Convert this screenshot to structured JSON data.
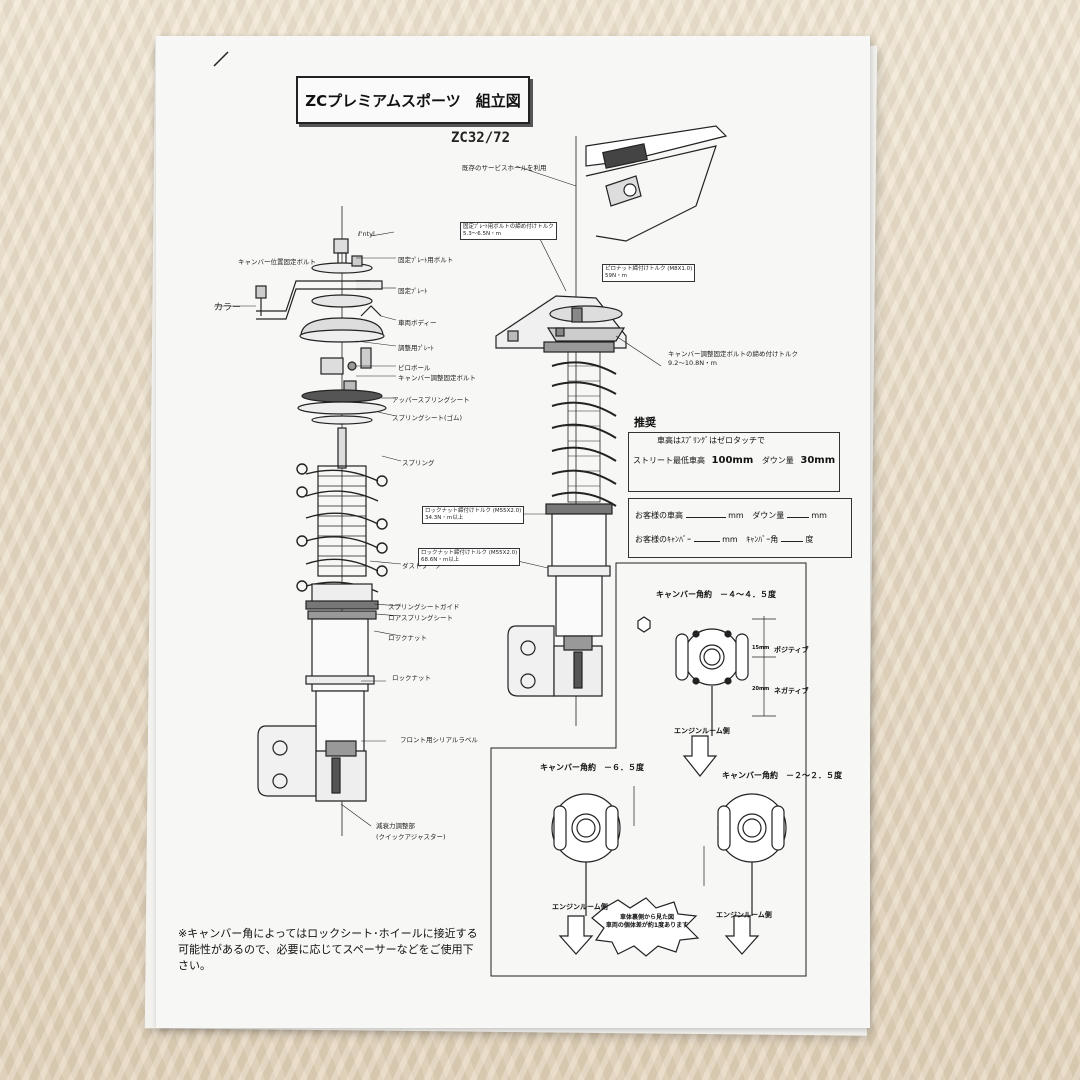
{
  "title": "ZCプレミアムスポーツ　組立図",
  "model": "ZC32/72",
  "left_labels": {
    "collar": "カラー",
    "camber_bolt": "キャンバー位置固定ボルト",
    "t": "ℓ'ntyl",
    "fix_plate_bolt": "固定ﾌﾟﾚｰﾄ用ボルト",
    "fix_plate": "固定ﾌﾟﾚｰﾄ",
    "body": "車両ボディー",
    "adjuster_plate": "調整用ﾌﾟﾚｰﾄ",
    "pillow": "ピロボール",
    "camber_adjust_bolt": "キャンバー調整固定ボルト",
    "upper_spring_seat": "アッパースプリングシート",
    "spring_seat_rubber": "スプリングシート(ゴム)",
    "spring": "スプリング",
    "dust_boot": "ダストブーツ",
    "spring_seat_guide": "スプリングシートガイド",
    "lower_spring_seat": "ロアスプリングシート",
    "lock_nut_1": "ロックナット",
    "lock_nut_2": "ロックナット",
    "serial_label": "フロント用シリアルラベル",
    "damping_adjuster": "減衰力調整部",
    "quick_adjuster": "(クイックアジャスター)"
  },
  "right_labels": {
    "service_hole": "既存のサービスホールを利用",
    "fix_plate_torque": "固定ﾌﾟﾚｰﾄ用ボルトの締め付けトルク",
    "fix_plate_torque_val": "5.3～6.5N・m",
    "pillow_torque": "ピロナット締付けトルク (M8X1.0)",
    "pillow_torque_val": "59N・m",
    "camber_torque": "キャンバー調整固定ボルトの締め付けトルク",
    "camber_torque_val": "9.2～10.8N・m",
    "lock_torque_1": "ロックナット締付けトルク (M55X2.0)",
    "lock_torque_1_val": "34.3N・m以上",
    "lock_torque_2": "ロックナット締付けトルク (M55X2.0)",
    "lock_torque_2_val": "68.6N・m以上"
  },
  "recommend": {
    "heading": "推奨",
    "line1": "車高はｽﾌﾟﾘﾝｸﾞはゼロタッチで",
    "street_min": "ストリート最低車高",
    "street_val": "100mm",
    "down_label": "ダウン量",
    "down_val": "30mm",
    "cust_height": "お客様の車高",
    "cust_down": "ダウン量",
    "cust_camber": "お客様のｷｬﾝﾊﾞｰ",
    "mm": "mm",
    "camber_angle": "ｷｬﾝﾊﾞｰ角",
    "degree": "度"
  },
  "camber_diagrams": {
    "top_title": "キャンバー角約　－４～４．５度",
    "positive": "ポジティブ",
    "negative": "ネガティブ",
    "dim_15": "15mm",
    "dim_20": "20mm",
    "engine_room_1": "エンジンルーム側",
    "left_title": "キャンバー角約　－６．５度",
    "right_title": "キャンバー角約　－２～２．５度",
    "engine_room_2": "エンジンルーム側",
    "engine_room_3": "エンジンルーム側",
    "callout": "車体裏側から見た図\n車両の個体差が約1度あります"
  },
  "note": "※キャンバー角によってはロックシート･ホイールに接近する可能性があるので、必要に応じてスペーサーなどをご使用下さい。",
  "colors": {
    "paper": "#f7f7f5",
    "ink": "#222222",
    "table": "#e9dcc6"
  }
}
